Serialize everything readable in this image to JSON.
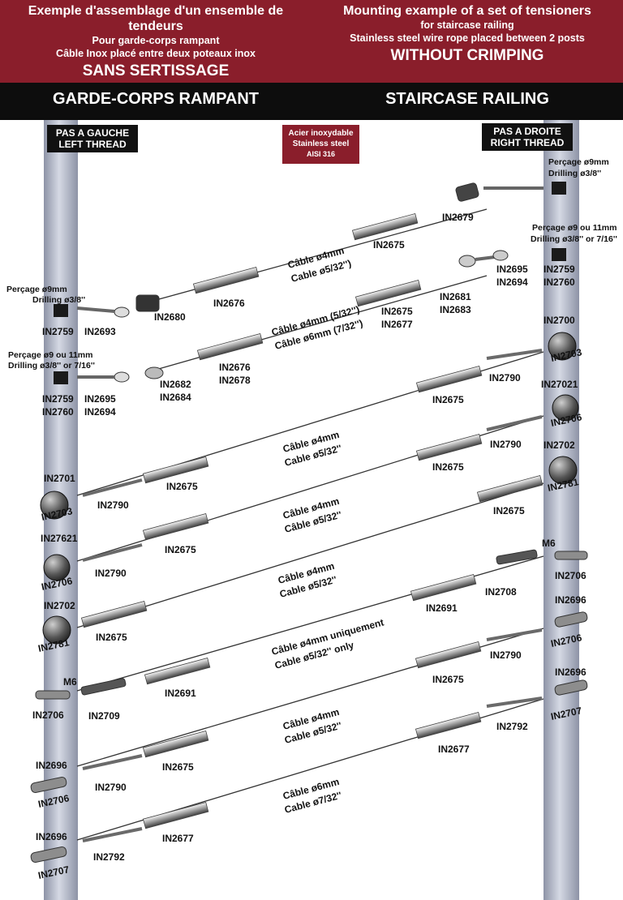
{
  "header": {
    "fr_title": "Exemple d'assemblage d'un ensemble de tendeurs",
    "fr_sub1": "Pour garde-corps rampant",
    "fr_sub2": "Câble Inox placé entre deux poteaux inox",
    "fr_big": "SANS SERTISSAGE",
    "en_title": "Mounting example of a set of tensioners",
    "en_sub1": "for staircase railing",
    "en_sub2": "Stainless steel wire rope placed between 2 posts",
    "en_big": "WITHOUT CRIMPING"
  },
  "band": {
    "fr": "GARDE-CORPS RAMPANT",
    "en": "STAIRCASE RAILING"
  },
  "left_thread": {
    "l1": "PAS A GAUCHE",
    "l2": "LEFT THREAD"
  },
  "right_thread": {
    "l1": "PAS A DROITE",
    "l2": "RIGHT THREAD"
  },
  "steel": {
    "l1": "Acier inoxydable",
    "l2": "Stainless steel",
    "l3": "AISI 316"
  },
  "colors": {
    "header": "#8a1e2b",
    "band": "#0d0d0d",
    "post": "#aeb4c4"
  },
  "notes": [
    {
      "l1": "Perçage ø9mm",
      "l2": "Drilling ø3/8''"
    },
    {
      "l1": "Perçage ø9 ou 11mm",
      "l2": "Drilling ø3/8'' or 7/16''"
    },
    {
      "l1": "Perçage ø9mm",
      "l2": "Drilling ø3/8''"
    },
    {
      "l1": "Perçage ø9 ou 11mm",
      "l2": "Drilling ø3/8'' or 7/16''"
    }
  ],
  "cables": [
    {
      "l1": "Câble ø4mm",
      "l2": "Cable ø5/32'')"
    },
    {
      "l1": "Câble ø4mm (5/32'')",
      "l2": "Câble ø6mm (7/32'')"
    },
    {
      "l1": "Câble ø4mm",
      "l2": "Cable ø5/32''"
    },
    {
      "l1": "Câble ø4mm",
      "l2": "Câble ø5/32''"
    },
    {
      "l1": "Câble ø4mm",
      "l2": "Cable ø5/32''"
    },
    {
      "l1": "Câble ø4mm uniquement",
      "l2": "Cable ø5/32'' only"
    },
    {
      "l1": "Câble ø4mm",
      "l2": "Cable ø5/32''"
    },
    {
      "l1": "Câble ø6mm",
      "l2": "Cable ø7/32''"
    }
  ],
  "labels": [
    "IN2679",
    "IN2675",
    "IN2676",
    "IN2680",
    "IN2695",
    "IN2694",
    "IN2759",
    "IN2760",
    "IN2675",
    "IN2677",
    "IN2681",
    "IN2683",
    "IN2759",
    "IN2693",
    "IN2676",
    "IN2678",
    "IN2682",
    "IN2684",
    "IN2700",
    "IN2703",
    "IN2759",
    "IN2760",
    "IN2695",
    "IN2694",
    "IN2790",
    "IN2675",
    "IN27021",
    "IN2706",
    "IN2790",
    "IN2675",
    "IN2702",
    "IN2781",
    "IN2701",
    "IN2703",
    "IN2790",
    "IN2675",
    "IN2675",
    "IN27621",
    "IN2706",
    "IN2790",
    "IN2675",
    "M6",
    "IN2706",
    "IN2708",
    "IN2691",
    "IN2702",
    "IN2781",
    "IN2675",
    "IN2696",
    "IN2706",
    "IN2790",
    "IN2675",
    "M6",
    "IN2706",
    "IN2709",
    "IN2691",
    "IN2696",
    "IN2707",
    "IN2792",
    "IN2677",
    "IN2696",
    "IN2706",
    "IN2790",
    "IN2675",
    "IN2696",
    "IN2707",
    "IN2792",
    "IN2677"
  ]
}
